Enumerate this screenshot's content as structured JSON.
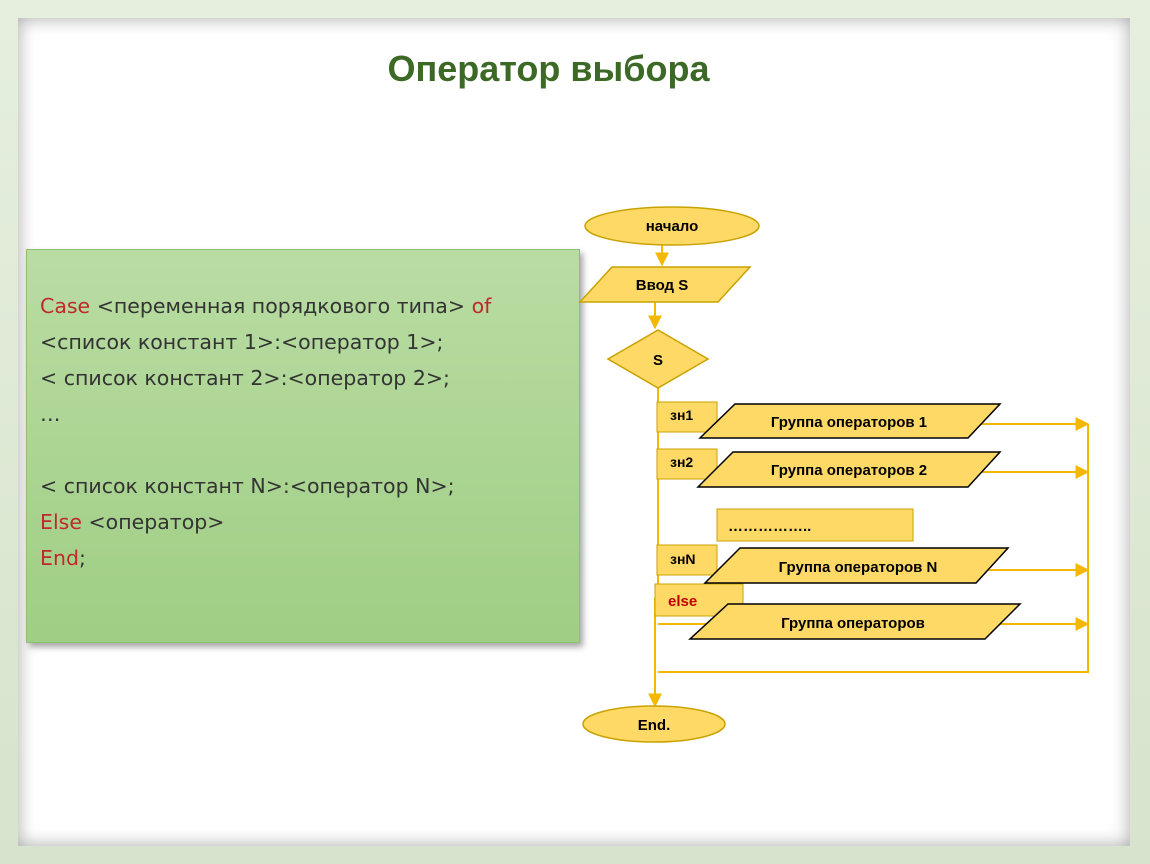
{
  "title": "Оператор выбора",
  "code": {
    "line1_kw": "Case",
    "line1_text": " <переменная порядкового типа> ",
    "line1_kw2": "of",
    "line2_text": "<список констант 1>:<оператор 1>;",
    "line3_text": "< список констант 2>:<оператор 2>;",
    "line4_text": "…",
    "line6_text": "< список констант N>:<оператор N>;",
    "line7_kw": "Else",
    "line7_text": " <оператор>",
    "line8_kw": "End",
    "line8_text": ";"
  },
  "flowchart": {
    "start": "начало",
    "input": "Ввод S",
    "decision": "S",
    "branches": [
      {
        "label": "зн1",
        "action": "Группа операторов 1"
      },
      {
        "label": "зн2",
        "action": "Группа операторов 2"
      },
      {
        "label": "знN",
        "action": "Группа операторов N"
      }
    ],
    "ellipsis": "……………..",
    "else_label": "else",
    "else_action": "Группа операторов",
    "end": "End."
  },
  "colors": {
    "title": "#3c6a26",
    "keyword": "#c0282d",
    "shape_fill": "#ffd966",
    "line": "#f5b800",
    "else_text": "#c00000"
  }
}
